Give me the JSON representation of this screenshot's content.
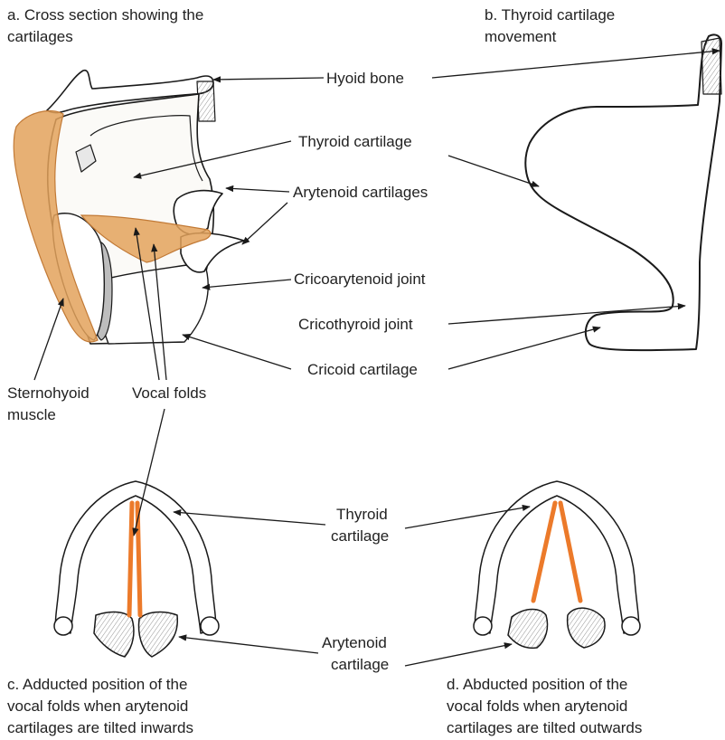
{
  "panels": {
    "a_title_line1": "a. Cross section showing the",
    "a_title_line2": "cartilages",
    "b_title_line1": "b. Thyroid cartilage",
    "b_title_line2": "movement",
    "c_caption_line1": "c. Adducted position of the",
    "c_caption_line2": "vocal folds when arytenoid",
    "c_caption_line3": "cartilages are tilted inwards",
    "d_caption_line1": "d. Abducted position of the",
    "d_caption_line2": "vocal folds when arytenoid",
    "d_caption_line3": "cartilages are tilted outwards"
  },
  "labels": {
    "hyoid_bone": "Hyoid bone",
    "thyroid_cartilage": "Thyroid cartilage",
    "arytenoid_cartilages": "Arytenoid cartilages",
    "cricoarytenoid_joint": "Cricoarytenoid joint",
    "cricothyroid_joint": "Cricothyroid joint",
    "cricoid_cartilage": "Cricoid cartilage",
    "sternohyoid_line1": "Sternohyoid",
    "sternohyoid_line2": "muscle",
    "vocal_folds": "Vocal folds",
    "thyroid_lower_line1": "Thyroid",
    "thyroid_lower_line2": "cartilage",
    "arytenoid_lower_line1": "Arytenoid",
    "arytenoid_lower_line2": "cartilage"
  },
  "colors": {
    "outline": "#1a1a1a",
    "muscle": "#e3a25c",
    "vocal_fold": "#ec7a2a",
    "grey_fill": "#bdbdbd",
    "background": "#ffffff"
  }
}
